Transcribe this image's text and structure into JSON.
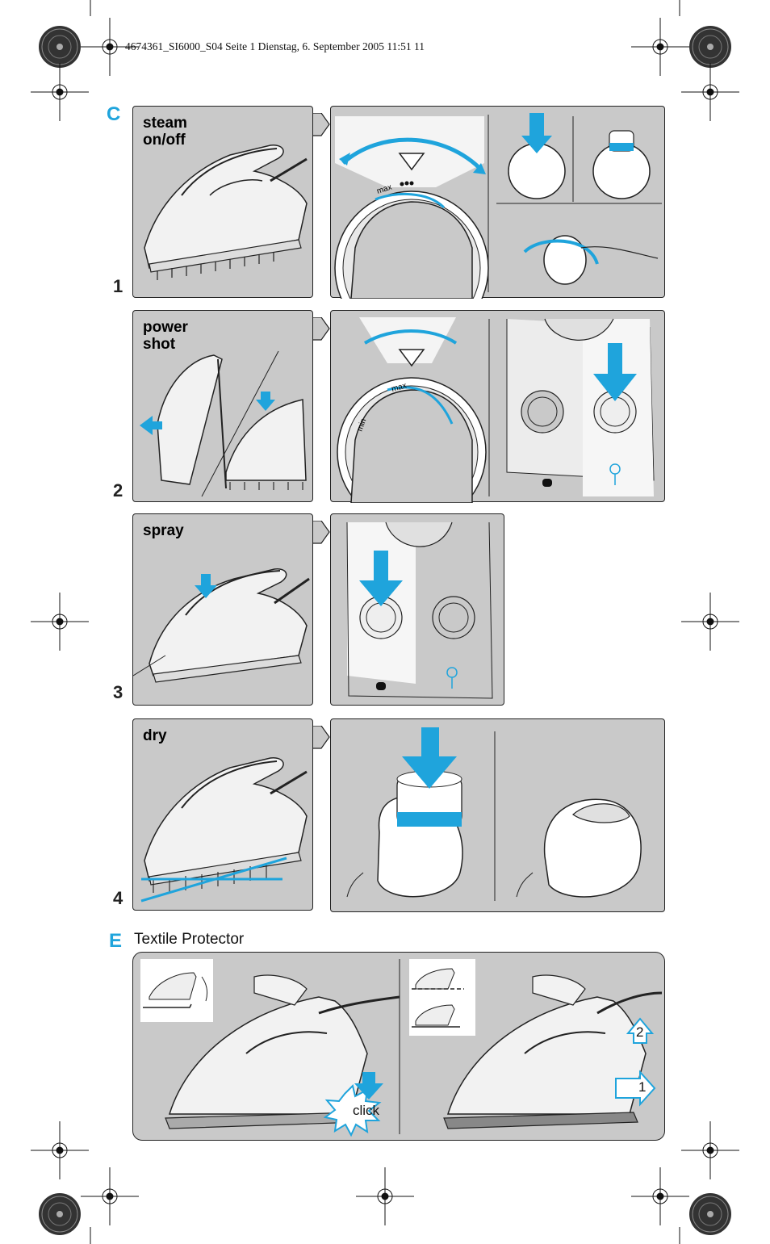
{
  "header": {
    "line": "4674361_SI6000_S04  Seite 1  Dienstag, 6. September 2005  11:51 11"
  },
  "section_c": {
    "letter": "C",
    "steps": [
      {
        "number": "1",
        "title": "steam\non/off"
      },
      {
        "number": "2",
        "title": "power\nshot"
      },
      {
        "number": "3",
        "title": "spray"
      },
      {
        "number": "4",
        "title": "dry"
      }
    ],
    "dial": {
      "max_label": "max",
      "min_label": "min"
    }
  },
  "section_e": {
    "letter": "E",
    "title": "Textile Protector",
    "click_label": "click",
    "badge_1": "1",
    "badge_2": "2"
  },
  "colors": {
    "accent": "#1fa4dc",
    "panel": "#c9c9c9",
    "line": "#222222"
  }
}
